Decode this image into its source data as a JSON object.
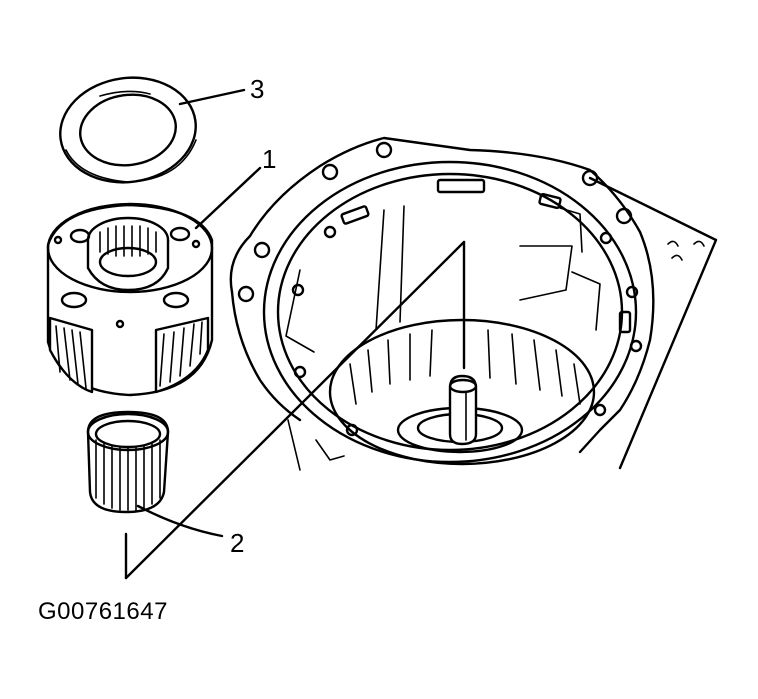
{
  "callouts": [
    {
      "id": "1",
      "label": "1"
    },
    {
      "id": "2",
      "label": "2"
    },
    {
      "id": "3",
      "label": "3"
    }
  ],
  "figure_code": "G00761647"
}
